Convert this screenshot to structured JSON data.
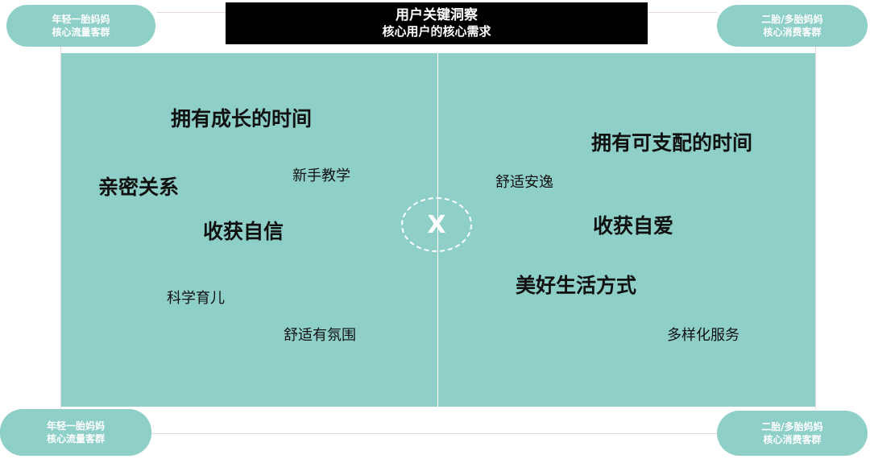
{
  "title": {
    "line1": "用户关键洞察",
    "line2": "核心用户的核心需求"
  },
  "corner_labels": {
    "top_left": {
      "line1": "年轻一胎妈妈",
      "line2": "核心流量客群"
    },
    "top_right": {
      "line1": "二胎/多胎妈妈",
      "line2": "核心消费客群"
    },
    "bottom_left": {
      "line1": "年轻一胎妈妈",
      "line2": "核心流量客群"
    },
    "bottom_right": {
      "line1": "二胎/多胎妈妈",
      "line2": "核心消费客群"
    }
  },
  "center_symbol": "X",
  "left_panel": {
    "keywords": [
      "拥有成长的时间",
      "新手教学",
      "亲密关系",
      "收获自信",
      "科学育儿",
      "舒适有氛围"
    ]
  },
  "right_panel": {
    "keywords": [
      "拥有可支配的时间",
      "舒适安逸",
      "收获自爱",
      "美好生活方式",
      "多样化服务"
    ]
  },
  "colors": {
    "panel": "#8ecfc8",
    "title_bg": "#000000",
    "text": "#111111"
  }
}
